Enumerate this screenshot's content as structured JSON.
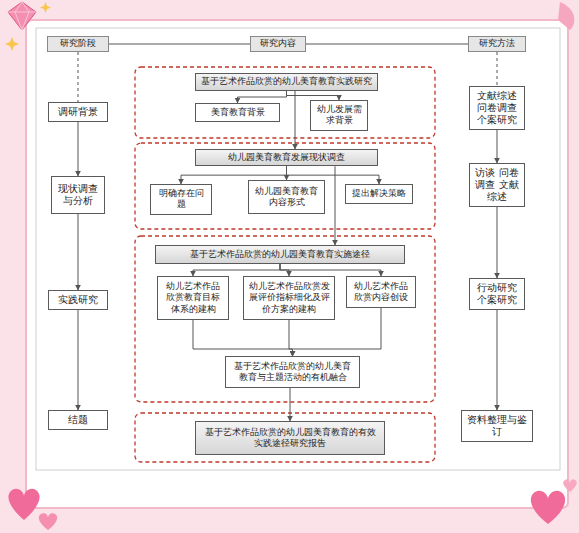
{
  "diagram": {
    "nodes": [
      {
        "text": [
          "研究阶段"
        ]
      },
      {
        "text": [
          "研究内容"
        ]
      },
      {
        "text": [
          "研究方法"
        ]
      },
      {
        "text": [
          "调研背景"
        ]
      },
      {
        "text": [
          "现状调查与分析"
        ]
      },
      {
        "text": [
          "实践研究"
        ]
      },
      {
        "text": [
          "结题"
        ]
      },
      {
        "text": [
          "基于艺术作品欣赏的幼儿美育教育实践研究"
        ]
      },
      {
        "text": [
          "美育教育背景"
        ]
      },
      {
        "text": [
          "幼儿发展需求背景"
        ]
      },
      {
        "text": [
          "幼儿园美育教育发展现状调查"
        ]
      },
      {
        "text": [
          "明确存在问题"
        ]
      },
      {
        "text": [
          "幼儿园美育教育内容形式"
        ]
      },
      {
        "text": [
          "提出解决策略"
        ]
      },
      {
        "text": [
          "基于艺术作品欣赏的幼儿园美育教育实施途径"
        ]
      },
      {
        "text": [
          "幼儿艺术作品欣赏教育目标体系的建构"
        ]
      },
      {
        "text": [
          "幼儿艺术作品欣赏发展评价指标细化及评价方案的建构"
        ]
      },
      {
        "text": [
          "幼儿艺术作品欣赏内容创设"
        ]
      },
      {
        "text": [
          "基于艺术作品欣赏的幼儿美育教育与主题活动的有机融合"
        ]
      },
      {
        "text": [
          "基于艺术作品欣赏的幼儿园美育教育的有效实践途径研究报告"
        ]
      },
      {
        "text": [
          "文献综述 问卷调查 个案研究"
        ]
      },
      {
        "text": [
          "访谈 问卷调查 文献综述"
        ]
      },
      {
        "text": [
          "行动研究 个案研究"
        ]
      },
      {
        "text": [
          "资料整理与鉴订"
        ]
      }
    ],
    "edges": [
      {
        "from": 0,
        "to": 1,
        "arrow": "none"
      },
      {
        "from": 1,
        "to": 2,
        "arrow": "none"
      },
      {
        "from": 0,
        "to": 3,
        "arrow": "none"
      },
      {
        "from": 3,
        "to": 4,
        "arrow": "to"
      },
      {
        "from": 4,
        "to": 5,
        "arrow": "to"
      },
      {
        "from": 5,
        "to": 6,
        "arrow": "to"
      },
      {
        "from": 7,
        "to": 8,
        "arrow": "to"
      },
      {
        "from": 7,
        "to": 9,
        "arrow": "to"
      },
      {
        "from": 7,
        "to": 10,
        "arrow": "to"
      },
      {
        "from": 10,
        "to": 11,
        "arrow": "to"
      },
      {
        "from": 10,
        "to": 12,
        "arrow": "to"
      },
      {
        "from": 10,
        "to": 13,
        "arrow": "to"
      },
      {
        "from": 10,
        "to": 14,
        "arrow": "to"
      },
      {
        "from": 14,
        "to": 15,
        "arrow": "to"
      },
      {
        "from": 14,
        "to": 16,
        "arrow": "to"
      },
      {
        "from": 14,
        "to": 17,
        "arrow": "to"
      },
      {
        "from": 15,
        "to": 18,
        "arrow": "to"
      },
      {
        "from": 16,
        "to": 18,
        "arrow": "to"
      },
      {
        "from": 17,
        "to": 18,
        "arrow": "to"
      },
      {
        "from": 18,
        "to": 19,
        "arrow": "to"
      },
      {
        "from": 2,
        "to": 20,
        "arrow": "none"
      },
      {
        "from": 20,
        "to": 21,
        "arrow": "to"
      },
      {
        "from": 21,
        "to": 22,
        "arrow": "to"
      },
      {
        "from": 22,
        "to": 23,
        "arrow": "to"
      }
    ]
  }
}
